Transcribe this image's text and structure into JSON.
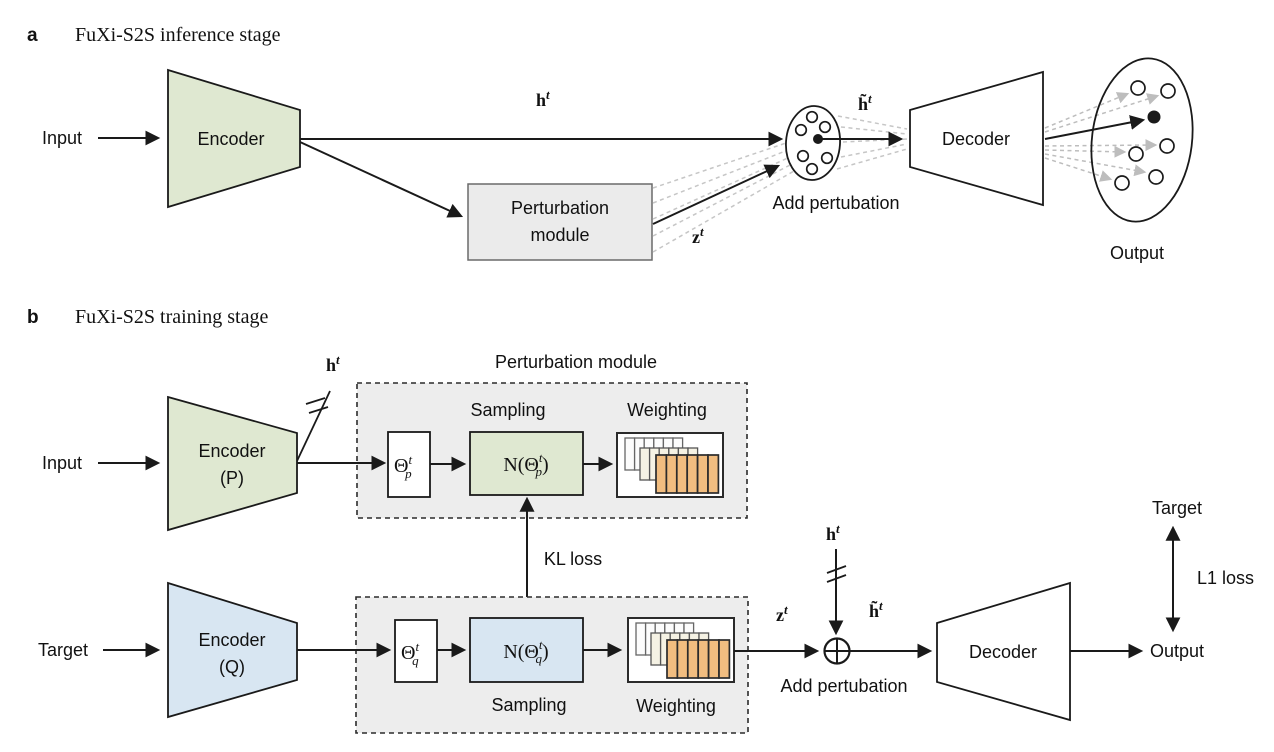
{
  "colors": {
    "encoder_green": "#dfe8d1",
    "encoder_blue": "#d8e6f2",
    "module_gray": "#ebebeb",
    "dashed_module_gray": "#ededed",
    "bar_orange": "#f1bd80",
    "bar_cream": "#f5f2e4",
    "bar_white": "#fcfcfc"
  },
  "panel_a": {
    "tag": "a",
    "title": "FuXi-S2S inference stage",
    "input": "Input",
    "encoder": "Encoder",
    "decoder": "Decoder",
    "output": "Output",
    "perturbation_line1": "Perturbation",
    "perturbation_line2": "module",
    "add_perturbation": "Add pertubation",
    "math": {
      "h": "h",
      "h_sup": "t",
      "z": "z",
      "z_sup": "t",
      "h_tilde": "h̃",
      "h_tilde_sup": "t"
    }
  },
  "panel_b": {
    "tag": "b",
    "title": "FuXi-S2S training stage",
    "input": "Input",
    "target": "Target",
    "encoder_p_line1": "Encoder",
    "encoder_p_line2": "(P)",
    "encoder_q_line1": "Encoder",
    "encoder_q_line2": "(Q)",
    "module_title": "Perturbation module",
    "sampling_p": "Sampling",
    "weighting_p": "Weighting",
    "sampling_q": "Sampling",
    "weighting_q": "Weighting",
    "kl_loss": "KL loss",
    "l1_loss": "L1 loss",
    "add_perturbation": "Add pertubation",
    "decoder": "Decoder",
    "output": "Output",
    "target_right": "Target",
    "math": {
      "h_top": "h",
      "h_top_sup": "t",
      "theta": "Θ",
      "sup_t": "t",
      "sub_p": "p",
      "sub_q": "q",
      "n_open": "N(Θ",
      "n_close": ")",
      "z": "z",
      "z_sup": "t",
      "h_mid": "h",
      "h_mid_sup": "t",
      "h_tilde": "h̃",
      "h_tilde_sup": "t"
    }
  }
}
